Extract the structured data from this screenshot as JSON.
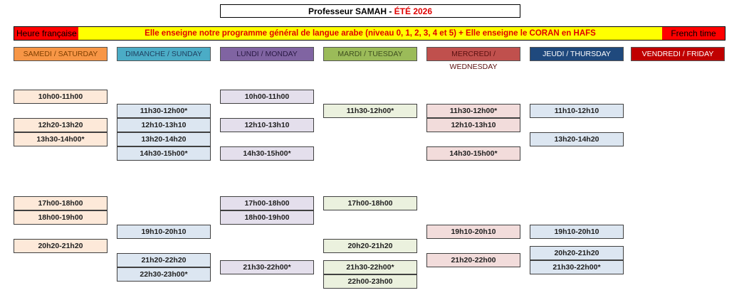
{
  "title": {
    "prefix": "Professeur SAMAH - ",
    "season": "ÉTÉ 2026"
  },
  "banner": {
    "left": "Heure française",
    "message": "Elle enseigne notre programme général de langue arabe (niveau 0, 1, 2, 3, 4 et 5) + Elle enseigne le CORAN en HAFS",
    "right": "French time"
  },
  "days": [
    {
      "label": "SAMEDI / SATURDAY",
      "header_bg": "#f79646",
      "header_color": "#7f3f00",
      "slot_bg": "#fde9d9",
      "slots": [
        {
          "row": 0,
          "text": "10h00-11h00"
        },
        {
          "row": 2,
          "text": "12h20-13h20"
        },
        {
          "row": 3,
          "text": "13h30-14h00*"
        },
        {
          "row": 7,
          "text": "17h00-18h00"
        },
        {
          "row": 8,
          "text": "18h00-19h00"
        },
        {
          "row": 10,
          "text": "20h20-21h20"
        }
      ]
    },
    {
      "label": "DIMANCHE / SUNDAY",
      "header_bg": "#4bacc6",
      "header_color": "#1f3f5f",
      "slot_bg": "#dce6f1",
      "slots": [
        {
          "row": 1,
          "text": "11h30-12h00*"
        },
        {
          "row": 2,
          "text": "12h10-13h10"
        },
        {
          "row": 3,
          "text": "13h20-14h20"
        },
        {
          "row": 4,
          "text": "14h30-15h00*"
        },
        {
          "row": 9,
          "text": "19h10-20h10"
        },
        {
          "row": 11,
          "text": "21h20-22h20"
        },
        {
          "row": 12,
          "text": "22h30-23h00*"
        }
      ]
    },
    {
      "label": "LUNDI / MONDAY",
      "header_bg": "#8064a2",
      "header_color": "#2a1a44",
      "slot_bg": "#e4dfec",
      "slots": [
        {
          "row": 0,
          "text": "10h00-11h00"
        },
        {
          "row": 2,
          "text": "12h10-13h10"
        },
        {
          "row": 4,
          "text": "14h30-15h00*"
        },
        {
          "row": 7,
          "text": "17h00-18h00"
        },
        {
          "row": 8,
          "text": "18h00-19h00"
        },
        {
          "row": 11.5,
          "text": "21h30-22h00*"
        }
      ]
    },
    {
      "label": "MARDI / TUESDAY",
      "header_bg": "#9bbb59",
      "header_color": "#3f4f1f",
      "slot_bg": "#ebf1de",
      "slots": [
        {
          "row": 1,
          "text": "11h30-12h00*"
        },
        {
          "row": 7,
          "text": "17h00-18h00"
        },
        {
          "row": 10,
          "text": "20h20-21h20"
        },
        {
          "row": 11.5,
          "text": "21h30-22h00*"
        },
        {
          "row": 12.5,
          "text": "22h00-23h00"
        }
      ]
    },
    {
      "label": "MERCREDI / WEDNESDAY",
      "header_bg": "#c0504d",
      "header_color": "#5a1010",
      "slot_bg": "#f2dcdb",
      "slots": [
        {
          "row": 1,
          "text": "11h30-12h00*"
        },
        {
          "row": 2,
          "text": "12h10-13h10"
        },
        {
          "row": 4,
          "text": "14h30-15h00*"
        },
        {
          "row": 9,
          "text": "19h10-20h10"
        },
        {
          "row": 11,
          "text": "21h20-22h00"
        }
      ]
    },
    {
      "label": "JEUDI / THURSDAY",
      "header_bg": "#1f497d",
      "header_color": "#ffffff",
      "slot_bg": "#dce6f1",
      "slots": [
        {
          "row": 1,
          "text": "11h10-12h10"
        },
        {
          "row": 3,
          "text": "13h20-14h20"
        },
        {
          "row": 9,
          "text": "19h10-20h10"
        },
        {
          "row": 10.5,
          "text": "20h20-21h20"
        },
        {
          "row": 11.5,
          "text": "21h30-22h00*"
        }
      ]
    },
    {
      "label": "VENDREDI / FRIDAY",
      "header_bg": "#c00000",
      "header_color": "#ffffff",
      "slot_bg": "#ffffff",
      "slots": []
    }
  ]
}
